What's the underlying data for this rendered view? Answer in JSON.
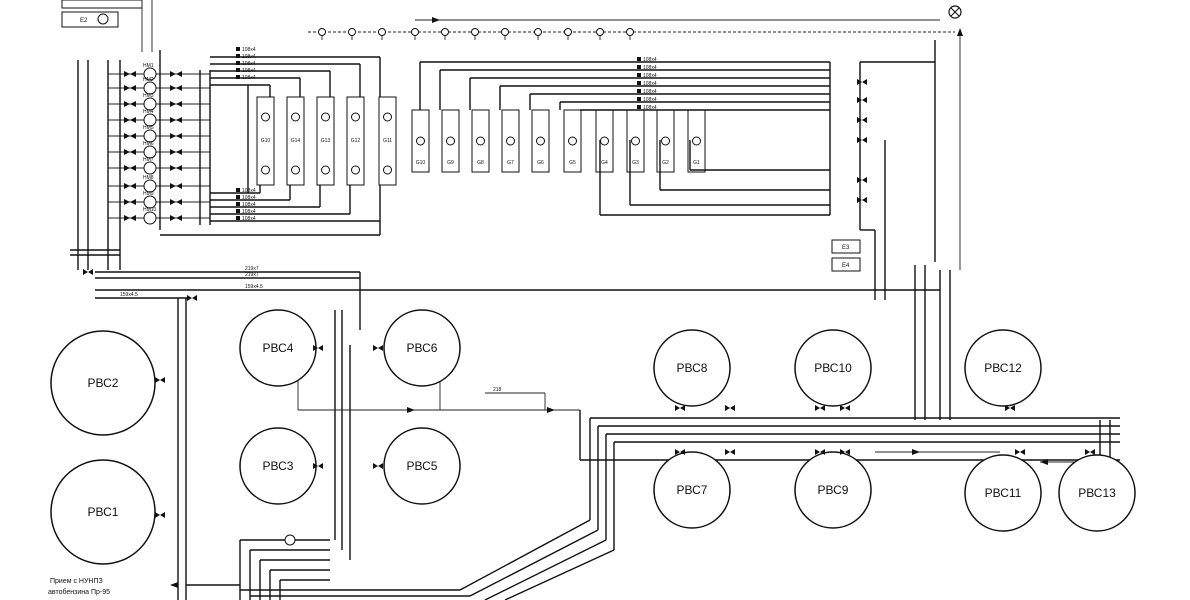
{
  "top_boxes": [
    "E2"
  ],
  "e_boxes": [
    "E3",
    "E4"
  ],
  "left_filters": [
    "G10",
    "G14",
    "G13",
    "G12",
    "G11"
  ],
  "right_filters": [
    "G10",
    "G9",
    "G8",
    "G7",
    "G6",
    "G5",
    "G4",
    "G3",
    "G2",
    "G1"
  ],
  "pumps": [
    "HM1",
    "HM2",
    "HM3",
    "HM4",
    "HM5",
    "HM6",
    "HM7",
    "HM8",
    "HM9",
    "HM10"
  ],
  "pipe_labels": {
    "upper_group": [
      "108x4",
      "108x4",
      "108x4",
      "108x4",
      "108x4"
    ],
    "lower_group": [
      "108x4",
      "108x4",
      "108x4",
      "108x4",
      "108x4"
    ],
    "right_group": [
      "108x4",
      "108x4",
      "108x4",
      "108x4",
      "108x4",
      "108x4",
      "108x4"
    ],
    "main_lines": [
      "219x7",
      "219x7",
      "159x4.5",
      "159x4.5"
    ],
    "branch_218": "218"
  },
  "tanks": [
    {
      "id": "rvs2",
      "label": "РВС2"
    },
    {
      "id": "rvs1",
      "label": "РВС1"
    },
    {
      "id": "rvs4",
      "label": "РВС4"
    },
    {
      "id": "rvs3",
      "label": "РВС3"
    },
    {
      "id": "rvs6",
      "label": "РВС6"
    },
    {
      "id": "rvs5",
      "label": "РВС5"
    },
    {
      "id": "rvs8",
      "label": "РВС8"
    },
    {
      "id": "rvs7",
      "label": "РВС7"
    },
    {
      "id": "rvs10",
      "label": "РВС10"
    },
    {
      "id": "rvs9",
      "label": "РВС9"
    },
    {
      "id": "rvs12",
      "label": "РВС12"
    },
    {
      "id": "rvs11",
      "label": "РВС11"
    },
    {
      "id": "rvs13",
      "label": "РВС13"
    }
  ],
  "notes": {
    "line1": "Прием с НУНПЗ",
    "line2": "автобензина Пр-95"
  },
  "colors": {
    "line": "#111111",
    "background": "#ffffff"
  }
}
